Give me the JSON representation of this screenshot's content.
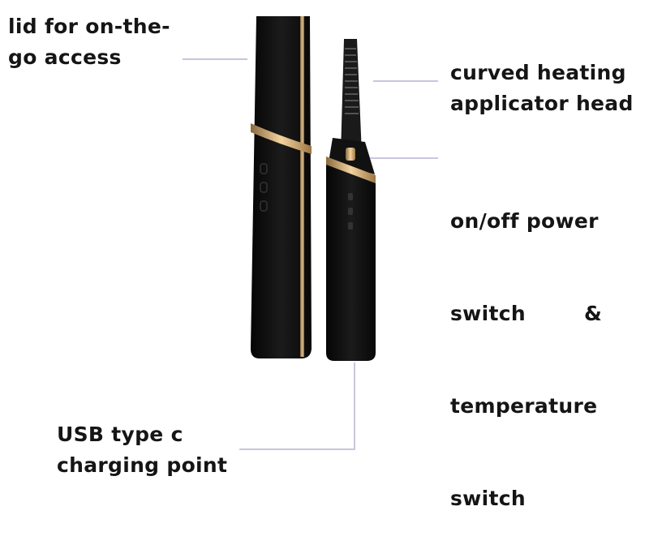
{
  "callouts": {
    "lid": {
      "line1": "lid for on-the-",
      "line2": "go access"
    },
    "head": {
      "line1": "curved heating",
      "line2": "applicator head"
    },
    "switch": {
      "line1": "on/off power",
      "line2": "switch        &",
      "line3": "temperature",
      "line4": "switch"
    },
    "usb": {
      "line1": "USB type c",
      "line2": "charging point"
    }
  },
  "colors": {
    "body": "#0d0d0d",
    "gold": "#d9b27a",
    "leader": "#cbc4dd"
  }
}
